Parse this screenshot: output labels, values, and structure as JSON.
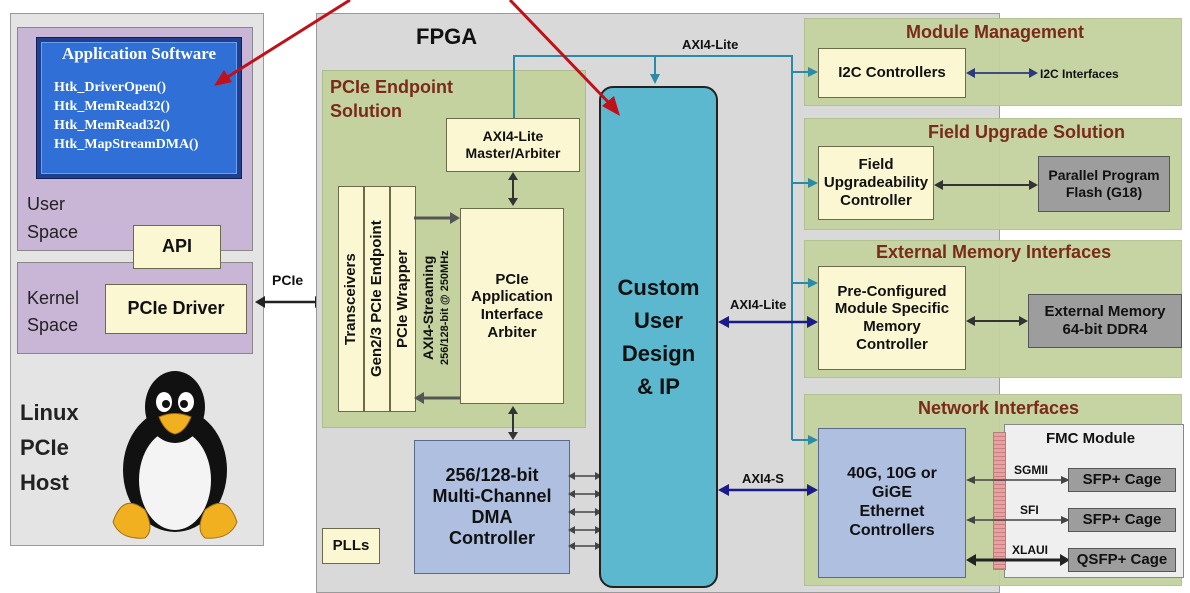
{
  "host": {
    "title_lines": [
      "Linux",
      "PCIe",
      "Host"
    ]
  },
  "user_space": {
    "label_lines": [
      "User",
      "Space"
    ]
  },
  "kernel_space": {
    "label_lines": [
      "Kernel",
      "Space"
    ]
  },
  "app_software": {
    "title": "Application Software",
    "calls": [
      "Htk_DriverOpen()",
      "Htk_MemRead32()",
      "Htk_MemRead32()",
      "Htk_MapStreamDMA()"
    ]
  },
  "api": "API",
  "pcie_driver": "PCIe Driver",
  "pcie_link": "PCIe",
  "fpga": {
    "title": "FPGA"
  },
  "axi4_lite_top": "AXI4-Lite",
  "pcie_endpoint": {
    "title_lines": [
      "PCIe Endpoint",
      "Solution"
    ]
  },
  "axi_master": {
    "lines": [
      "AXI4-Lite",
      "Master/Arbiter"
    ]
  },
  "transceivers": "Transceivers",
  "gen_endpoint": "Gen2/3 PCIe Endpoint",
  "pcie_wrapper": "PCIe Wrapper",
  "axi_streaming": {
    "line1": "AXI4-Streaming",
    "line2": "256/128-bit @ 250MHz"
  },
  "app_arbiter": {
    "lines": [
      "PCIe",
      "Application",
      "Interface",
      "Arbiter"
    ]
  },
  "dma": {
    "lines": [
      "256/128-bit",
      "Multi-Channel",
      "DMA",
      "Controller"
    ]
  },
  "plls": "PLLs",
  "custom": {
    "lines": [
      "Custom",
      "User",
      "Design",
      "& IP"
    ]
  },
  "axi4_lite_mid": "AXI4-Lite",
  "axi4_s": "AXI4-S",
  "module_mgmt": {
    "title": "Module Management",
    "block": "I2C Controllers",
    "ext": "I2C Interfaces"
  },
  "field_upgrade": {
    "title": "Field Upgrade Solution",
    "block_lines": [
      "Field",
      "Upgradeability",
      "Controller"
    ],
    "flash_lines": [
      "Parallel Program",
      "Flash (G18)"
    ]
  },
  "ext_memory": {
    "title": "External Memory Interfaces",
    "block_lines": [
      "Pre-Configured",
      "Module Specific",
      "Memory",
      "Controller"
    ],
    "mem_lines": [
      "External Memory",
      "64-bit DDR4"
    ]
  },
  "network": {
    "title": "Network Interfaces",
    "block_lines": [
      "40G, 10G or",
      "GiGE",
      "Ethernet",
      "Controllers"
    ]
  },
  "fmc": {
    "title": "FMC Module",
    "links": [
      "SGMII",
      "SFI",
      "XLAUI"
    ],
    "cages": [
      "SFP+ Cage",
      "SFP+ Cage",
      "QSFP+ Cage"
    ]
  },
  "colors": {
    "title_red": "#7a2a1a",
    "arrow_red": "#c0101a",
    "link_blue": "#1a1a8a",
    "teal": "#2a8aa8"
  }
}
